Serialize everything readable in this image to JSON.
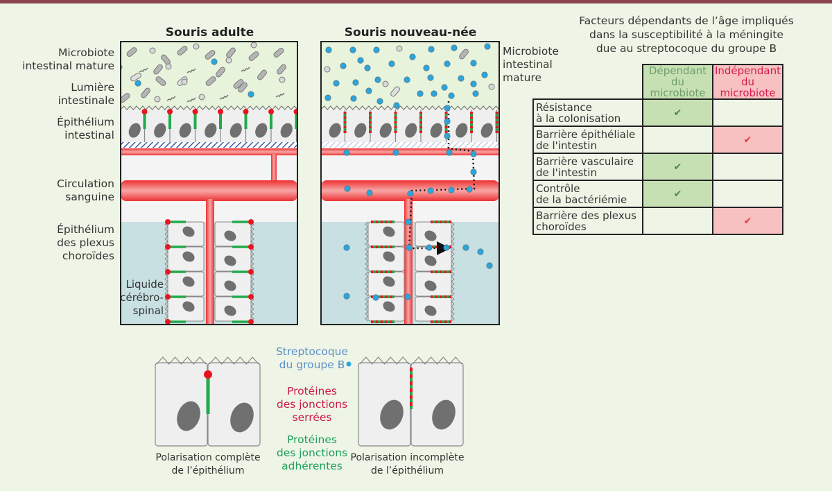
{
  "colors": {
    "top_bar": "#8b4651",
    "background": "#eef5e6",
    "streptococcus": "#2aa6dc",
    "tight_junction": "#e8151f",
    "adherens_junction": "#1faa48",
    "blood_vessel": "#f05a5a",
    "csf": "#c8e0e2"
  },
  "panels": {
    "adult": {
      "title": "Souris adulte"
    },
    "newborn": {
      "title": "Souris nouveau-née"
    }
  },
  "left_labels": {
    "microbiote": [
      "Microbiote",
      "intestinal mature"
    ],
    "lumiere": [
      "Lumière",
      "intestinale"
    ],
    "epithelium_int": [
      "Épithélium",
      "intestinal"
    ],
    "circulation": [
      "Circulation",
      "sanguine"
    ],
    "plexus": [
      "Épithélium",
      "des plexus",
      "choroïdes"
    ],
    "liquide": [
      "Liquide",
      "cérébro-",
      "spinal"
    ]
  },
  "right_label_newborn": [
    "Microbiote",
    "intestinal",
    "mature"
  ],
  "factors": {
    "title": [
      "Facteurs dépendants de l’âge impliqués",
      "dans la susceptibilité à la méningite",
      "due au streptocoque du groupe B"
    ],
    "col_dep": [
      "Dépendant",
      "du microbiote"
    ],
    "col_ind": [
      "Indépendant",
      "du microbiote"
    ],
    "check_glyph": "✔",
    "rows": [
      {
        "label": [
          "Résistance",
          "à la colonisation"
        ],
        "dependent": true,
        "independent": false
      },
      {
        "label": [
          "Barrière épithéliale",
          "de l'intestin"
        ],
        "dependent": false,
        "independent": true
      },
      {
        "label": [
          "Barrière vasculaire",
          "de l'intestin"
        ],
        "dependent": true,
        "independent": false
      },
      {
        "label": [
          "Contrôle",
          "de la bactériémie"
        ],
        "dependent": true,
        "independent": false
      },
      {
        "label": [
          "Barrière des plexus",
          "choroïdes"
        ],
        "dependent": false,
        "independent": true
      }
    ]
  },
  "legend": {
    "strep": [
      "Streptocoque",
      "du groupe B"
    ],
    "tight": [
      "Protéines",
      "des jonctions",
      "serrées"
    ],
    "adherens": [
      "Protéines",
      "des jonctions",
      "adhérentes"
    ],
    "complete": [
      "Polarisation complète",
      "de l’épithélium"
    ],
    "incomplete": [
      "Polarisation incomplète",
      "de l’épithélium"
    ]
  }
}
